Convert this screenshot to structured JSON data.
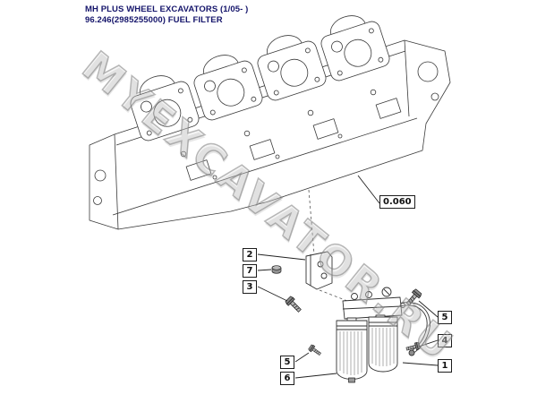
{
  "header": {
    "line1": "MH PLUS WHEEL EXCAVATORS (1/05- )",
    "line2": "96.246(2985255000) FUEL FILTER"
  },
  "watermark": {
    "text": "MYEXCAVATOR.RU"
  },
  "diagram": {
    "figure": "engine-cylinder-head-with-fuel-filter-parts",
    "callouts": [
      {
        "id": "ref-0060",
        "label": "0.060",
        "target": "engine-assembly-reference"
      },
      {
        "id": "item-2",
        "label": "2",
        "target": "filter-mounting-bracket"
      },
      {
        "id": "item-7",
        "label": "7",
        "target": "spacer-nut"
      },
      {
        "id": "item-3",
        "label": "3",
        "target": "bracket-bolt"
      },
      {
        "id": "item-5-left",
        "label": "5",
        "target": "clamp-bolt"
      },
      {
        "id": "item-6-left",
        "label": "6",
        "target": "filter-canister-lower"
      },
      {
        "id": "item-5-right",
        "label": "5",
        "target": "head-bolt"
      },
      {
        "id": "item-4",
        "label": "4",
        "target": "hose-fitting-bolt"
      },
      {
        "id": "item-1",
        "label": "1",
        "target": "fuel-filter-assembly"
      }
    ]
  },
  "colors": {
    "line_art": "#3a3a3a",
    "header_text": "#15156b",
    "watermark_gray": "#8c8c8c",
    "background": "#ffffff"
  }
}
